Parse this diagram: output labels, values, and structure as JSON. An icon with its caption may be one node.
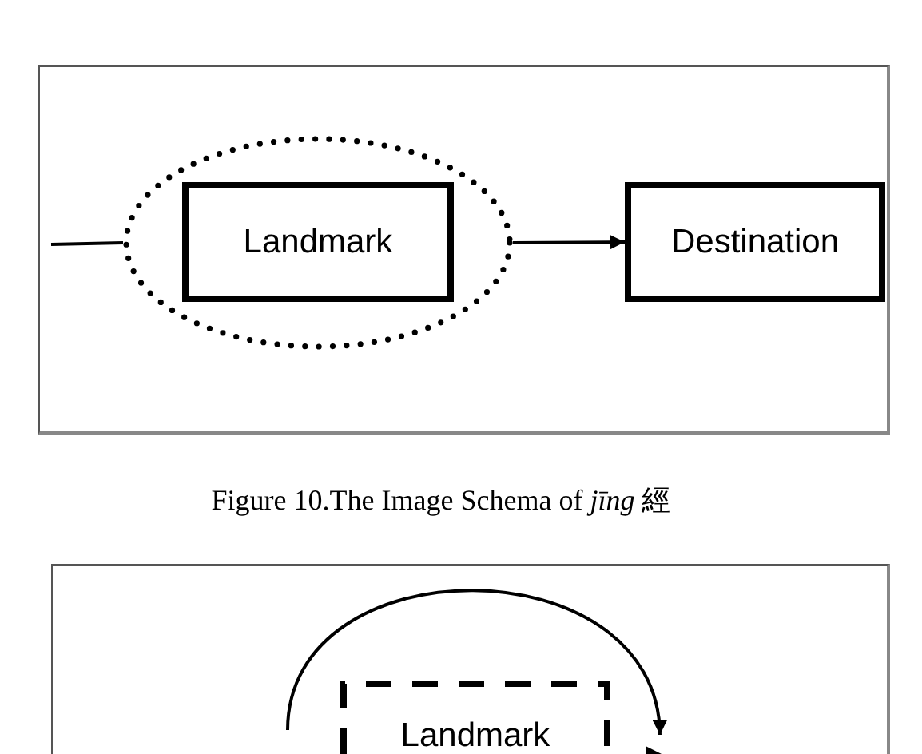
{
  "diagram": {
    "caption": "Figure 10.The Image Schema of *jīng* 經",
    "nodes": [
      {
        "text": [],
        "shape": "ellipse"
      },
      {
        "text": [
          "Landmark"
        ],
        "in": 0
      },
      {
        "text": [
          "Destination"
        ]
      },
      {
        "text": [
          "Landmark"
        ]
      }
    ],
    "edges": [
      {
        "from": null,
        "to": 0,
        "arrow": "none"
      },
      {
        "from": 0,
        "to": 2,
        "arrow": "to"
      }
    ]
  }
}
